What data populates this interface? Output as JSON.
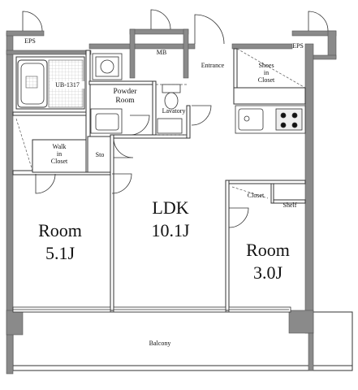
{
  "plan": {
    "rooms": {
      "eps_left": "EPS",
      "eps_right": "EPS",
      "mb": "MB",
      "unit_bath": "UB-1317",
      "powder_room": "Powder\nRoom",
      "lavatory": "Lavatory",
      "entrance": "Entrance",
      "shoes_closet": "Shoes\nin\nCloset",
      "walk_in_closet": "Walk\nin\nCloset",
      "storage": "Sto",
      "ldk": "LDK\n10.1J",
      "room_west": "Room\n5.1J",
      "room_east": "Room\n3.0J",
      "closet": "Closet",
      "shelf": "Shelf",
      "balcony": "Balcony"
    }
  }
}
